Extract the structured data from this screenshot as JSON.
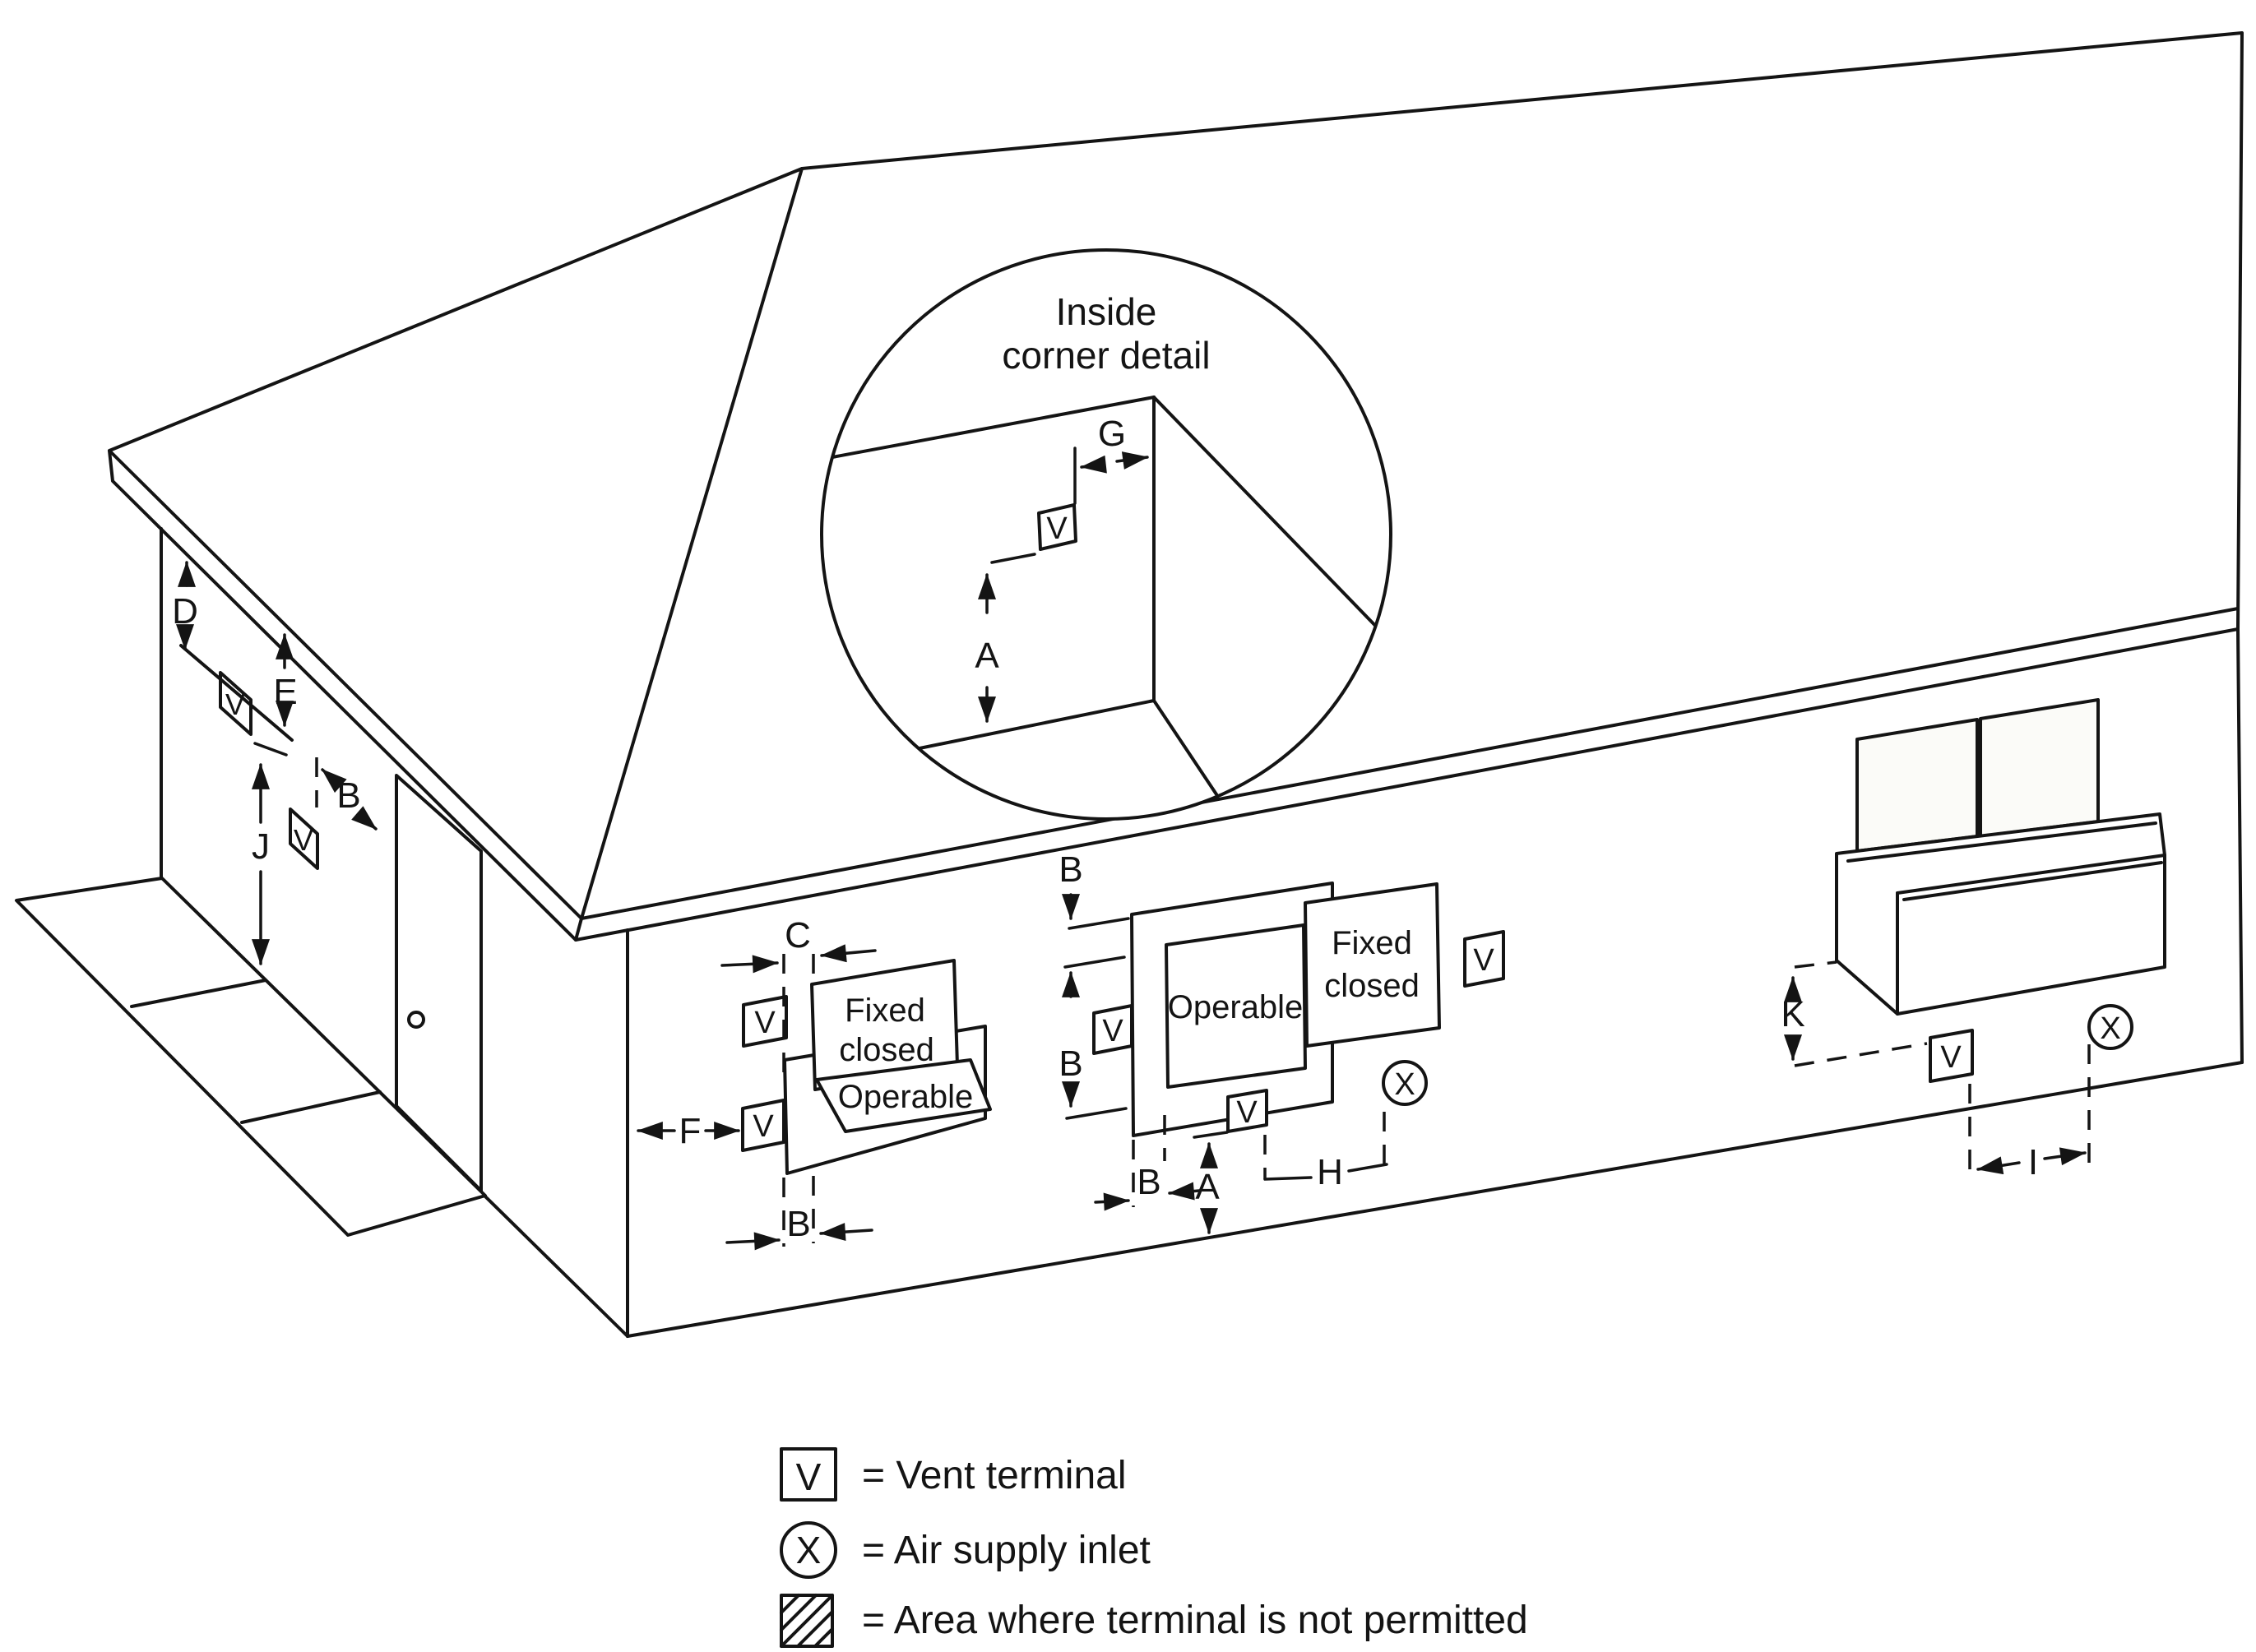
{
  "detail": {
    "title_line1": "Inside",
    "title_line2": "corner detail"
  },
  "dims": {
    "a": "A",
    "b": "B",
    "c": "C",
    "d": "D",
    "e": "E",
    "f": "F",
    "g": "G",
    "h": "H",
    "i": "I",
    "j": "J",
    "k": "K"
  },
  "symbols": {
    "vent": "V",
    "air_inlet": "X"
  },
  "window_labels": {
    "fixed_line1": "Fixed",
    "fixed_line2": "closed",
    "operable": "Operable"
  },
  "legend": {
    "vent": {
      "symbol": "V",
      "label": "= Vent terminal"
    },
    "air": {
      "symbol": "X",
      "label": "= Air supply inlet"
    },
    "hatch": {
      "label": "= Area where terminal is not permitted"
    }
  }
}
